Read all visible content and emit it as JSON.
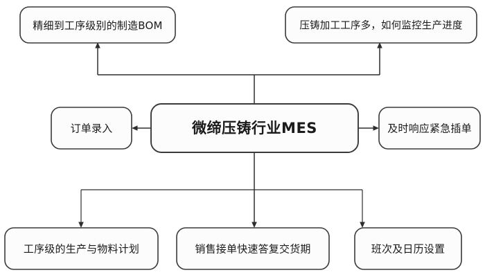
{
  "diagram": {
    "title_node": {
      "id": "center",
      "label": "微缔压铸行业MES"
    },
    "nodes": [
      {
        "id": "manufacturing-bom",
        "label": "精细到工序级别的制造BOM",
        "position": "top-left"
      },
      {
        "id": "process-monitoring",
        "label": "压铸加工工序多，如何监控生产进度",
        "position": "top-right"
      },
      {
        "id": "order-entry",
        "label": "订单录入",
        "position": "middle-left"
      },
      {
        "id": "urgent-order-response",
        "label": "及时响应紧急插单",
        "position": "middle-right"
      },
      {
        "id": "production-material-plan",
        "label": "工序级的生产与物料计划",
        "position": "bottom-left"
      },
      {
        "id": "sales-delivery-reply",
        "label": "销售接单快速答复交货期",
        "position": "bottom-center"
      },
      {
        "id": "shift-calendar-settings",
        "label": "班次及日历设置",
        "position": "bottom-right"
      }
    ],
    "edges": [
      {
        "from": "center",
        "to": "manufacturing-bom",
        "style": "elbow-up-left"
      },
      {
        "from": "center",
        "to": "process-monitoring",
        "style": "elbow-up-right"
      },
      {
        "from": "center",
        "to": "order-entry",
        "style": "straight-left"
      },
      {
        "from": "center",
        "to": "urgent-order-response",
        "style": "straight-right"
      },
      {
        "from": "center",
        "to": "production-material-plan",
        "style": "elbow-down-left"
      },
      {
        "from": "center",
        "to": "sales-delivery-reply",
        "style": "straight-down"
      },
      {
        "from": "center",
        "to": "shift-calendar-settings",
        "style": "elbow-down-right"
      }
    ],
    "colors": {
      "background": "#ffffff",
      "box_fill": "#fcfcfc",
      "box_stroke": "#3a3a3a",
      "connector": "#2e2e2e",
      "text": "#1a1a1a"
    }
  }
}
